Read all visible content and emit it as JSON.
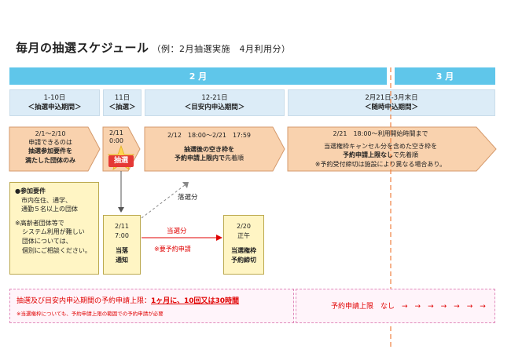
{
  "title": "毎月の抽選スケジュール",
  "subtitle": "（例：2月抽選実施　4月利用分）",
  "months": {
    "feb": "2 月",
    "mar": "3 月"
  },
  "phases": [
    {
      "dates": "1-10日",
      "name": "＜抽選申込期間＞"
    },
    {
      "dates": "11日",
      "name": "＜抽選＞"
    },
    {
      "dates": "12-21日",
      "name": "＜目安内申込期間＞"
    },
    {
      "dates": "2月21日-3月末日",
      "name": "＜随時申込期間＞"
    }
  ],
  "arrow1": {
    "line1": "2/1～2/10",
    "line2": "申請できるのは",
    "line3": "抽選参加要件を",
    "line4": "満たした団体のみ"
  },
  "arrow2": {
    "line1": "2/11",
    "line2": "0:00"
  },
  "lottery_badge": "抽選",
  "arrow3": {
    "line1": "2/12　18:00～2/21　17:59",
    "line2": "抽選後の空き枠を",
    "line3": "予約申請上限内で",
    "line4": "先着順"
  },
  "arrow4": {
    "line1": "2/21　18:00～利用開始時間まで",
    "line2": "当選権枠キャンセル分を含めた空き枠を",
    "line3": "予約申請上限なし",
    "line4": "で先着順",
    "line5": "※予約受付締切は施設により異なる場合あり。"
  },
  "requirements": {
    "heading": "●参加要件",
    "line1": "市内在住、通学、",
    "line2": "通勤５名以上の団体",
    "note1": "※高齢者団体等で",
    "note2": "システム利用が難しい",
    "note3": "団体については、",
    "note4": "個別にご相談ください。"
  },
  "box_notify": {
    "date": "2/11",
    "time": "7:00",
    "label1": "当落",
    "label2": "通知"
  },
  "box_deadline": {
    "date": "2/20",
    "time": "正午",
    "label1": "当選権枠",
    "label2": "予約締切"
  },
  "label_lost": "落選分",
  "label_won": "当選分",
  "label_won_note": "※要予約申請",
  "limit": {
    "text1": "抽選及び目安内申込期間の予約申請上限：",
    "text2": "1ヶ月に、10回又は30時間",
    "note": "※当選権枠についても、予約申請上限の範囲での予約申請が必要"
  },
  "limit_after": {
    "text": "予約申請上限　なし　→　→　→　→　→　→　→"
  },
  "colors": {
    "month_bar": "#5fc6ea",
    "phase_box": "#dcecf7",
    "arrow_fill": "#f9d2ae",
    "note_fill": "#fff5c4",
    "accent_red": "#e00000",
    "badge": "#e53935",
    "star": "#ffd54f"
  }
}
